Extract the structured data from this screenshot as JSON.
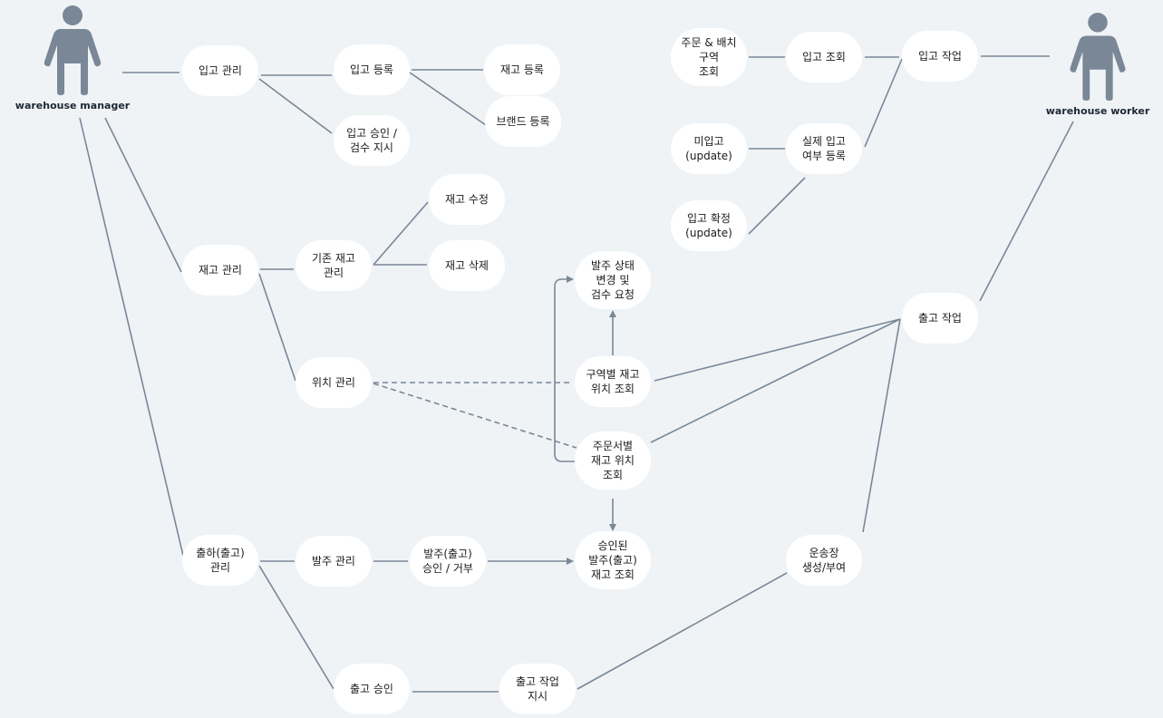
{
  "actors": {
    "manager": "warehouse manager",
    "worker": "warehouse worker"
  },
  "nodes": {
    "inbound_mgmt": "입고 관리",
    "inbound_register": "입고 등록",
    "stock_register": "재고 등록",
    "brand_register": "브랜드 등록",
    "inbound_approve": "입고 승인 /\n검수 지시",
    "stock_mgmt": "재고 관리",
    "existing_stock": "기존 재고\n관리",
    "stock_edit": "재고 수정",
    "stock_delete": "재고 삭제",
    "location_mgmt": "위치 관리",
    "order_status": "발주 상태\n변경 및\n검수 요청",
    "zone_stock_lookup": "구역별 재고\n위치 조회",
    "order_stock_lookup": "주문서별\n재고 위치\n조회",
    "shipping_mgmt": "출하(출고)\n관리",
    "order_mgmt": "발주 관리",
    "order_approve": "발주(출고)\n승인 / 거부",
    "approved_order_lookup": "승인된\n발주(출고)\n재고 조회",
    "outbound_approve": "출고 승인",
    "outbound_instruction": "출고 작업\n지시",
    "waybill": "운송장\n생성/부여",
    "order_zone": "주문 & 배치\n구역\n조회",
    "inbound_lookup": "입고 조회",
    "inbound_work": "입고 작업",
    "not_received": "미입고\n(update)",
    "actual_inbound": "실제 입고\n여부 등록",
    "inbound_confirm": "입고 확정\n(update)",
    "outbound_work": "출고 작업"
  },
  "colors": {
    "background": "#eff3f6",
    "node_fill": "#ffffff",
    "line": "#7a8797",
    "actor": "#7a8797"
  }
}
